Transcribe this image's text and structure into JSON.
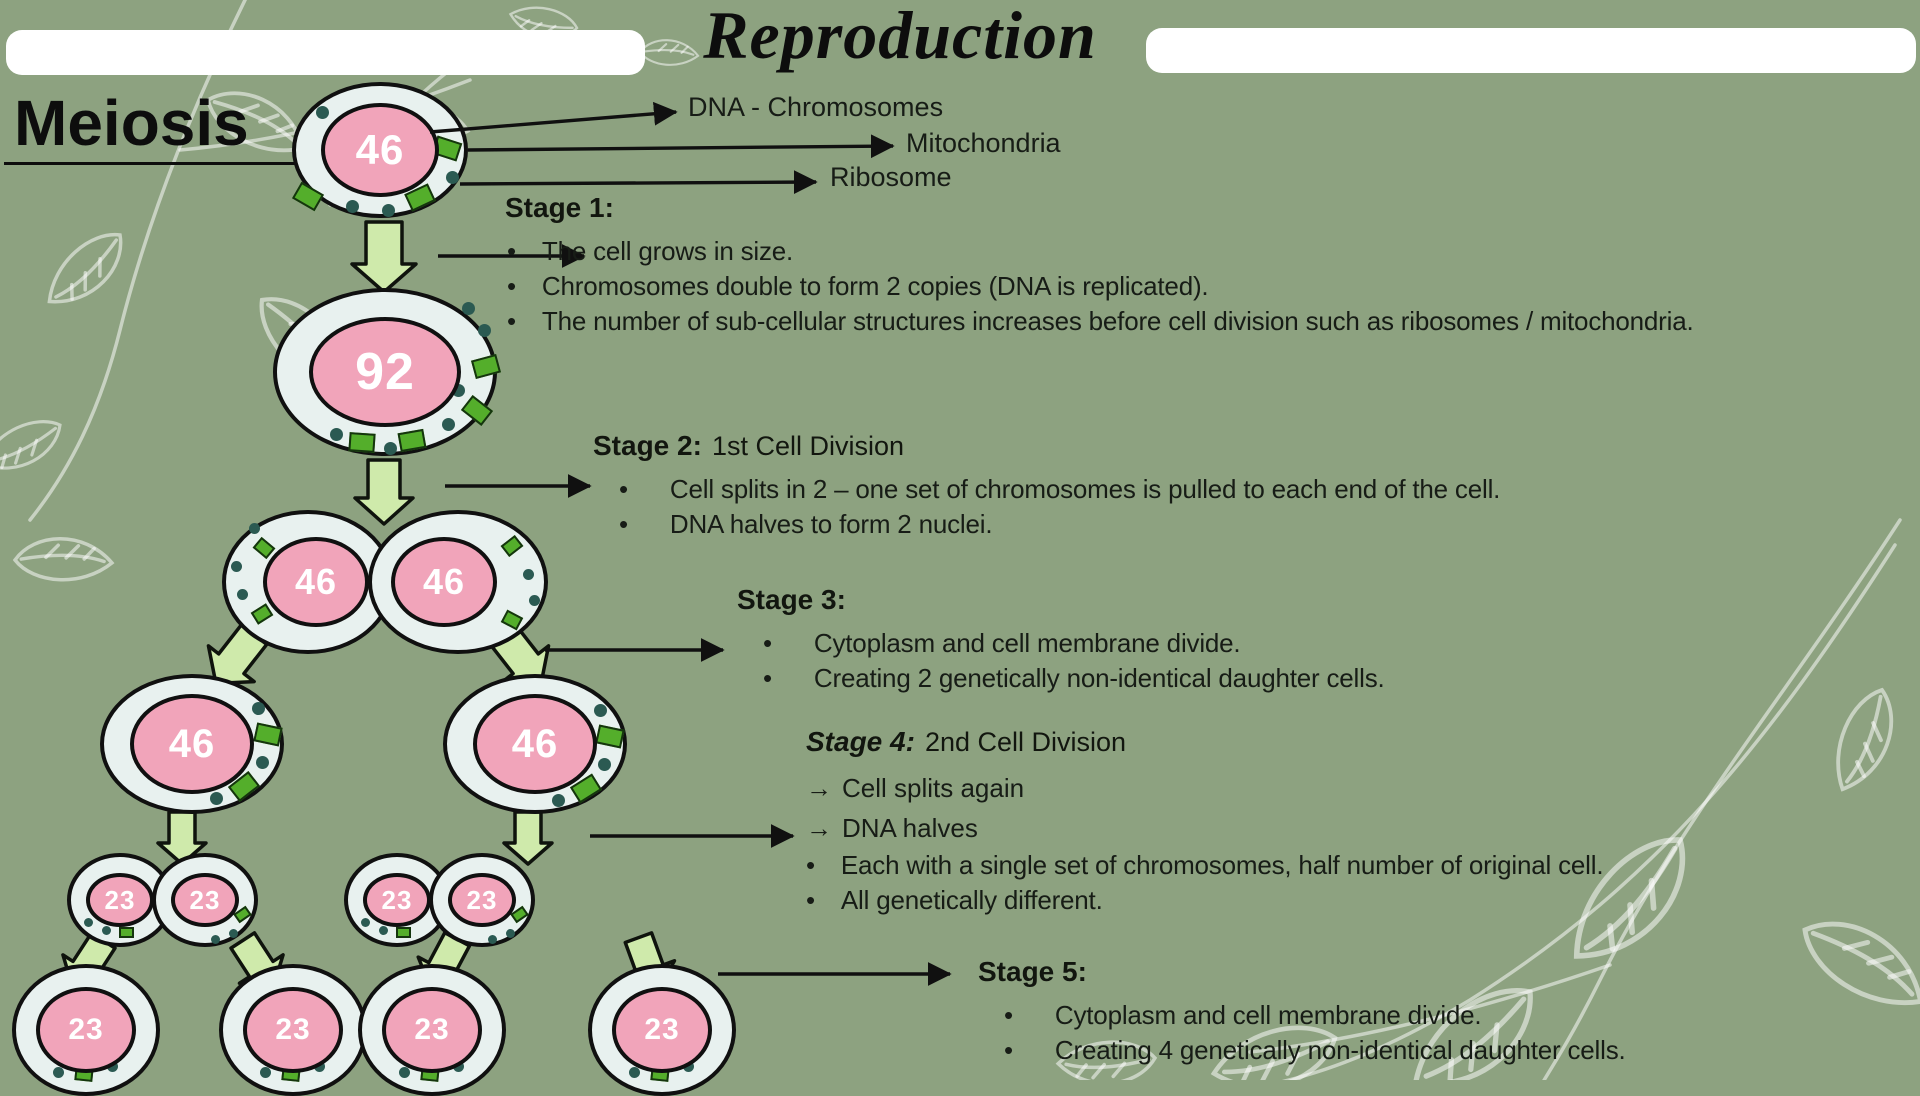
{
  "slide": {
    "title": "Reproduction",
    "heading": "Meiosis"
  },
  "organelle_labels": {
    "dna": "DNA - Chromosomes",
    "mitochondria": "Mitochondria",
    "ribosome": "Ribosome"
  },
  "stages": [
    {
      "heading": "Stage 1:",
      "subtitle": "",
      "arrows": [],
      "bullets": [
        "The cell grows in size.",
        "Chromosomes double to form 2 copies  (DNA is replicated).",
        "The number of sub-cellular structures increases before cell division such as ribosomes / mitochondria."
      ]
    },
    {
      "heading": "Stage 2:",
      "subtitle": "1st Cell Division",
      "arrows": [],
      "bullets": [
        "Cell splits in 2 – one set of chromosomes is pulled to each end of the cell.",
        "DNA halves to form 2 nuclei."
      ]
    },
    {
      "heading": "Stage 3:",
      "subtitle": "",
      "arrows": [],
      "bullets": [
        "Cytoplasm and cell membrane divide.",
        "Creating 2 genetically non-identical daughter cells."
      ]
    },
    {
      "heading": "Stage 4:",
      "subtitle": "2nd Cell Division",
      "arrows": [
        "Cell splits again",
        "DNA halves"
      ],
      "bullets": [
        "Each with a single set of chromosomes, half number of original cell.",
        "All genetically different."
      ]
    },
    {
      "heading": "Stage 5:",
      "subtitle": "",
      "arrows": [],
      "bullets": [
        "Cytoplasm and cell membrane divide.",
        "Creating 4 genetically non-identical daughter cells."
      ]
    }
  ],
  "chromosome_counts": {
    "parent": "46",
    "after_replication": "92",
    "first_division": [
      "46",
      "46"
    ],
    "daughters_row": [
      "46",
      "46"
    ],
    "second_division": [
      "23",
      "23",
      "23",
      "23"
    ],
    "final_daughters": [
      "23",
      "23",
      "23",
      "23"
    ]
  },
  "colors": {
    "background": "#8da280",
    "cell_cytoplasm": "#e8f1ef",
    "nucleus_pink": "#f1a4ba",
    "organelle_green": "#54ae2b",
    "mitochondria_teal": "#2b5a52",
    "arrow_green": "#cfeaab",
    "outline": "#101010",
    "text": "#171c16",
    "header_bar": "#ffffff"
  }
}
